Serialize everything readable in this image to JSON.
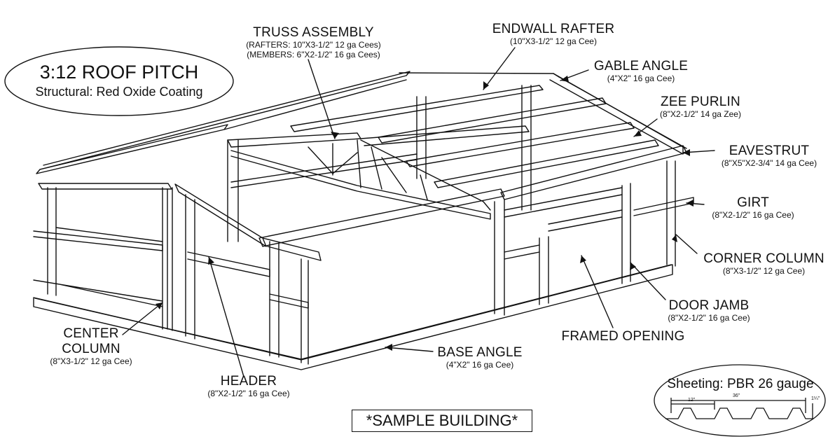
{
  "roof_pitch": {
    "title": "3:12 ROOF PITCH",
    "subtitle": "Structural: Red Oxide Coating"
  },
  "labels": {
    "truss_assembly": {
      "title": "TRUSS ASSEMBLY",
      "line1": "(RAFTERS: 10\"X3-1/2\" 12 ga Cees)",
      "line2": "(MEMBERS: 6\"X2-1/2\" 16 ga Cees)"
    },
    "endwall_rafter": {
      "title": "ENDWALL RAFTER",
      "spec": "(10\"X3-1/2\" 12 ga Cee)"
    },
    "gable_angle": {
      "title": "GABLE ANGLE",
      "spec": "(4\"X2\" 16 ga Cee)"
    },
    "zee_purlin": {
      "title": "ZEE PURLIN",
      "spec": "(8\"X2-1/2\" 14 ga Zee)"
    },
    "eavestrut": {
      "title": "EAVESTRUT",
      "spec": "(8\"X5\"X2-3/4\" 14 ga Cee)"
    },
    "girt": {
      "title": "GIRT",
      "spec": "(8\"X2-1/2\" 16 ga Cee)"
    },
    "corner_column": {
      "title": "CORNER COLUMN",
      "spec": "(8\"X3-1/2\" 12 ga Cee)"
    },
    "door_jamb": {
      "title": "DOOR JAMB",
      "spec": "(8\"X2-1/2\" 16 ga Cee)"
    },
    "framed_opening": {
      "title": "FRAMED OPENING"
    },
    "base_angle": {
      "title": "BASE ANGLE",
      "spec": "(4\"X2\" 16 ga Cee)"
    },
    "header": {
      "title": "HEADER",
      "spec": "(8\"X2-1/2\" 16 ga Cee)"
    },
    "center_column": {
      "title_line1": "CENTER",
      "title_line2": "COLUMN",
      "spec": "(8\"X3-1/2\" 12 ga Cee)"
    }
  },
  "sample_note": "*SAMPLE BUILDING*",
  "sheeting": {
    "title": "Sheeting: PBR 26 gauge",
    "dim_width": "36\"",
    "dim_rib": "12\"",
    "dim_height": "1¼\""
  }
}
